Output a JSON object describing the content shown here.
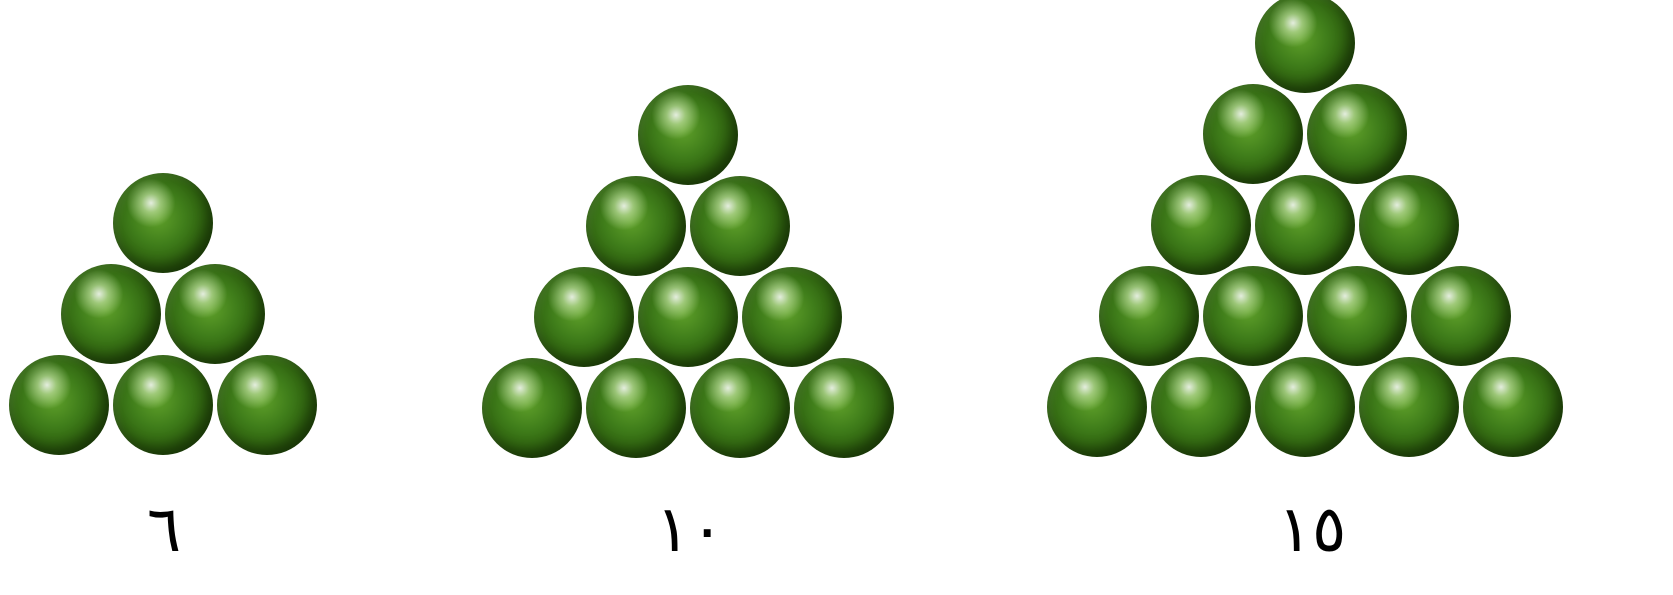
{
  "triangles": [
    {
      "rows": 3,
      "count": 6,
      "label": "٦"
    },
    {
      "rows": 4,
      "count": 10,
      "label": "١٠"
    },
    {
      "rows": 5,
      "count": 15,
      "label": "١٥"
    }
  ],
  "ball_color": "#3f7d1a"
}
